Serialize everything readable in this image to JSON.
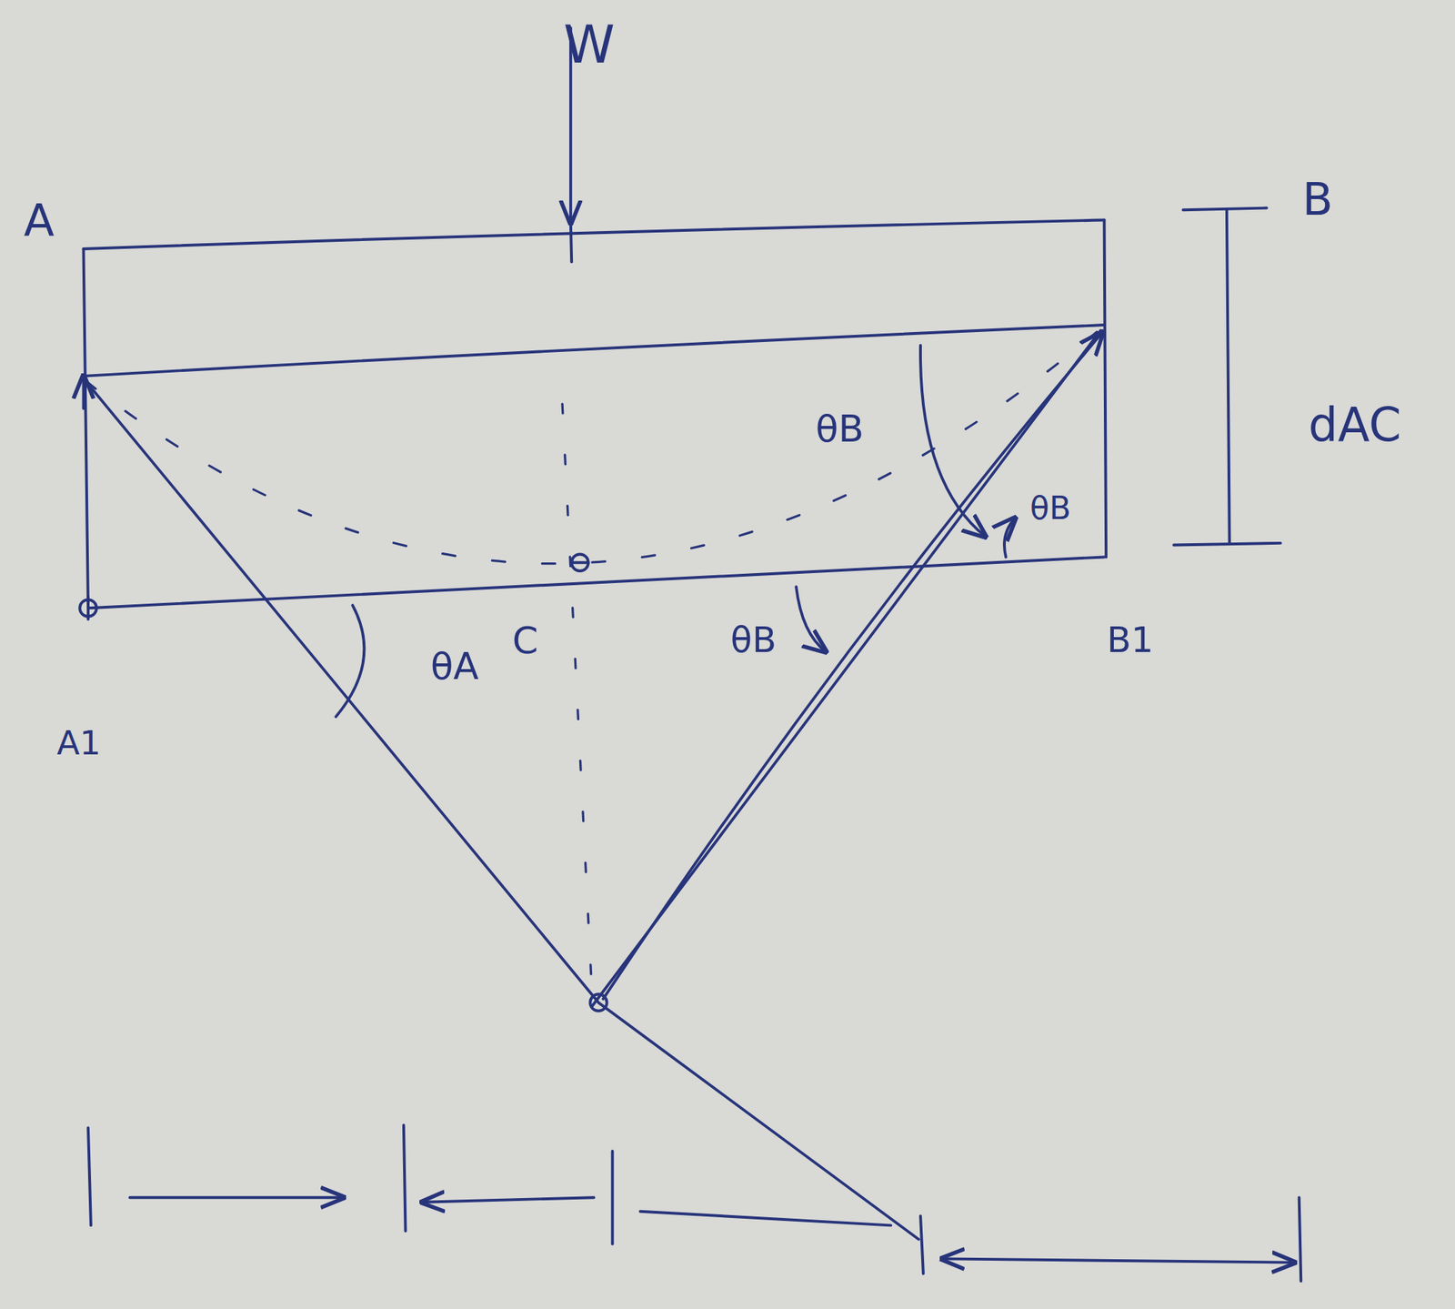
{
  "diagram": {
    "labels": [
      "W",
      "A",
      "B",
      "dAC",
      "θB",
      "θB",
      "θB",
      "θA",
      "C",
      "A1",
      "B1"
    ]
  }
}
